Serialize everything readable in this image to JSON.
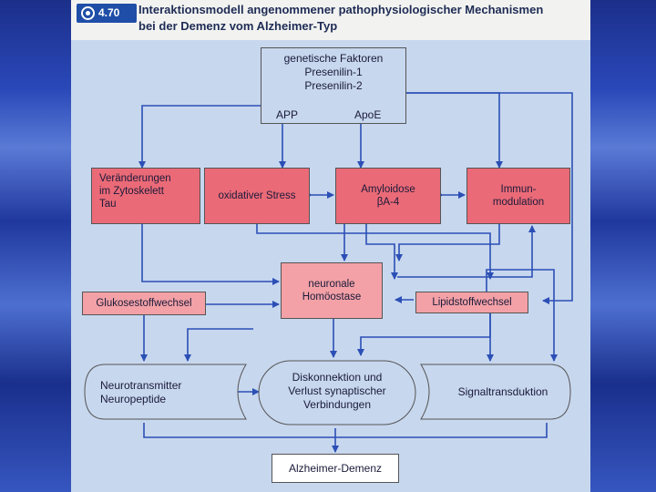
{
  "header": {
    "figure_number": "4.70",
    "title_line1": "Interaktionsmodell angenommener pathophysiologischer Mechanismen",
    "title_line2": "bei der Demenz vom Alzheimer-Typ"
  },
  "diagram": {
    "genetic": {
      "line1": "genetische Faktoren",
      "line2": "Presenilin-1",
      "line3": "Presenilin-2",
      "app": "APP",
      "apoe": "ApoE"
    },
    "zytoskelett": {
      "line1": "Veränderungen",
      "line2": "im Zytoskelett",
      "line3": "Tau"
    },
    "oxidativ": "oxidativer Stress",
    "amyloidose": {
      "line1": "Amyloidose",
      "line2": "βA-4"
    },
    "immun": {
      "line1": "Immun-",
      "line2": "modulation"
    },
    "glukose": "Glukosestoffwechsel",
    "homoeostase": {
      "line1": "neuronale",
      "line2": "Homöostase"
    },
    "lipid": "Lipidstoffwechsel",
    "neurotransmitter": {
      "line1": "Neurotransmitter",
      "line2": "Neuropeptide"
    },
    "diskonnektion": {
      "line1": "Diskonnektion und",
      "line2": "Verlust synaptischer",
      "line3": "Verbindungen"
    },
    "signal": "Signaltransduktion",
    "demenz": "Alzheimer-Demenz"
  },
  "colors": {
    "red_box": "#eb6a77",
    "pink_box": "#f3a1a6",
    "panel_blue": "#c7d7ee",
    "arrow_blue": "#2b4fb5"
  }
}
